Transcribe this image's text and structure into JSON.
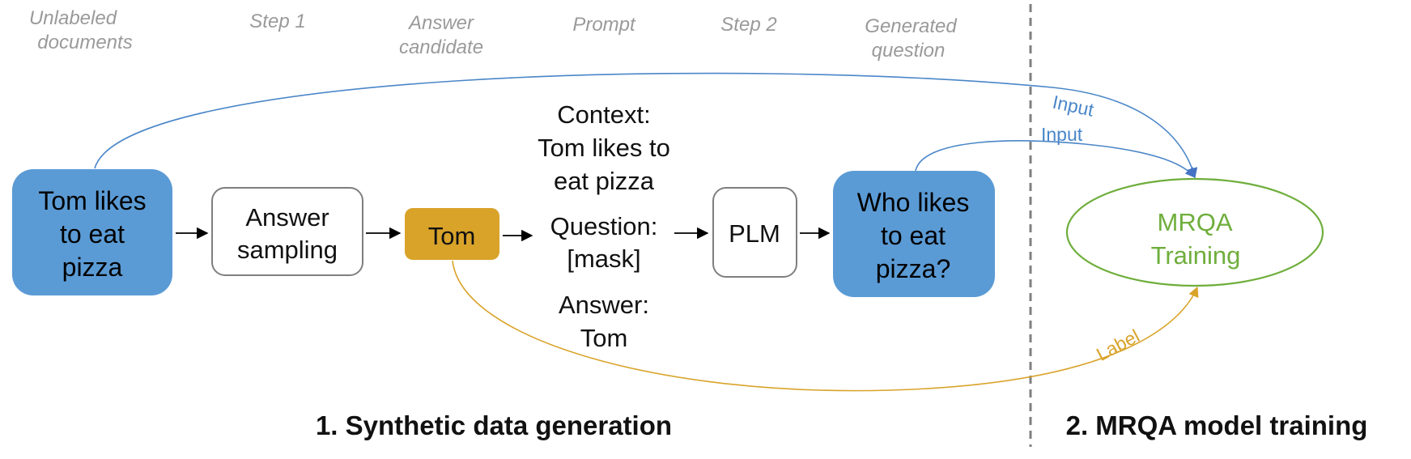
{
  "colors": {
    "blue_box": "#5b9bd5",
    "gold_box": "#d9a32a",
    "blue_line": "#4a86c8",
    "gold_line": "#d9a32a",
    "green": "#6fae3c",
    "header_gray": "#9a9a9a",
    "divider": "#808080"
  },
  "headers": {
    "unlabeled_line1": "Unlabeled",
    "unlabeled_line2": "documents",
    "step1": "Step 1",
    "answer_candidate_line1": "Answer",
    "answer_candidate_line2": "candidate",
    "prompt": "Prompt",
    "step2": "Step 2",
    "generated_line1": "Generated",
    "generated_line2": "question"
  },
  "nodes": {
    "document": {
      "line1": "Tom likes",
      "line2": "to eat",
      "line3": "pizza"
    },
    "answer_sampling": {
      "line1": "Answer",
      "line2": "sampling"
    },
    "answer_candidate": {
      "label": "Tom"
    },
    "prompt": {
      "line1": "Context:",
      "line2": "Tom likes to",
      "line3": "eat pizza",
      "line4": "Question:",
      "line5": "[mask]",
      "line6": "Answer:",
      "line7": "Tom"
    },
    "plm": {
      "label": "PLM"
    },
    "question": {
      "line1": "Who likes",
      "line2": "to eat",
      "line3": "pizza?"
    },
    "mrqa_training": {
      "line1": "MRQA",
      "line2": "Training"
    }
  },
  "edge_labels": {
    "input_top": "Input",
    "input_mid": "Input",
    "label": "Label"
  },
  "sections": {
    "synthetic": "1. Synthetic data generation",
    "training": "2. MRQA model training"
  }
}
